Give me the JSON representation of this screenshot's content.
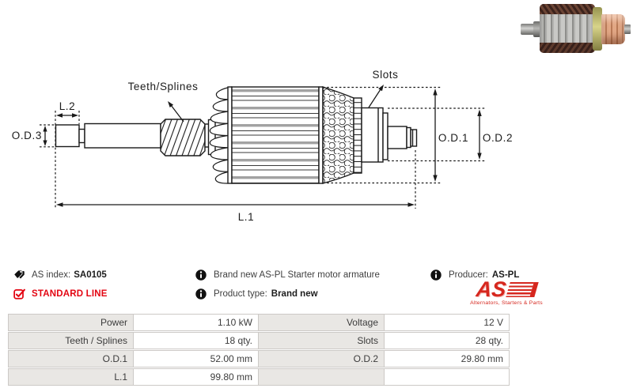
{
  "diagram": {
    "labels": {
      "teeth_splines": "Teeth/Splines",
      "slots": "Slots",
      "l2": "L.2",
      "od3": "O.D.3",
      "od1": "O.D.1",
      "od2": "O.D.2",
      "l1": "L.1"
    }
  },
  "product_info": {
    "as_index_label": "AS index:",
    "as_index_value": "SA0105",
    "standard_line_label": "STANDARD LINE",
    "description": "Brand new AS-PL Starter motor armature",
    "product_type_label": "Product type:",
    "product_type_value": "Brand new",
    "producer_label": "Producer:",
    "producer_value": "AS-PL",
    "logo": {
      "text": "AS",
      "tagline": "Alternators, Starters & Parts"
    }
  },
  "icons": {
    "as_index": "tags-icon",
    "standard_line": "checkbox-checked-icon",
    "info": "info-circle-icon"
  },
  "colors": {
    "brand_red": "#e30613",
    "logo_red": "#d6271e",
    "outline": "#1a1a1a",
    "table_label_bg": "#e9e7e4",
    "table_border": "#ccc9c6"
  },
  "spec_table": {
    "rows": [
      {
        "left_label": "Power",
        "left_value": "1.10 kW",
        "right_label": "Voltage",
        "right_value": "12 V"
      },
      {
        "left_label": "Teeth / Splines",
        "left_value": "18 qty.",
        "right_label": "Slots",
        "right_value": "28 qty."
      },
      {
        "left_label": "O.D.1",
        "left_value": "52.00 mm",
        "right_label": "O.D.2",
        "right_value": "29.80 mm"
      },
      {
        "left_label": "L.1",
        "left_value": "99.80 mm",
        "right_label": "",
        "right_value": ""
      }
    ]
  }
}
